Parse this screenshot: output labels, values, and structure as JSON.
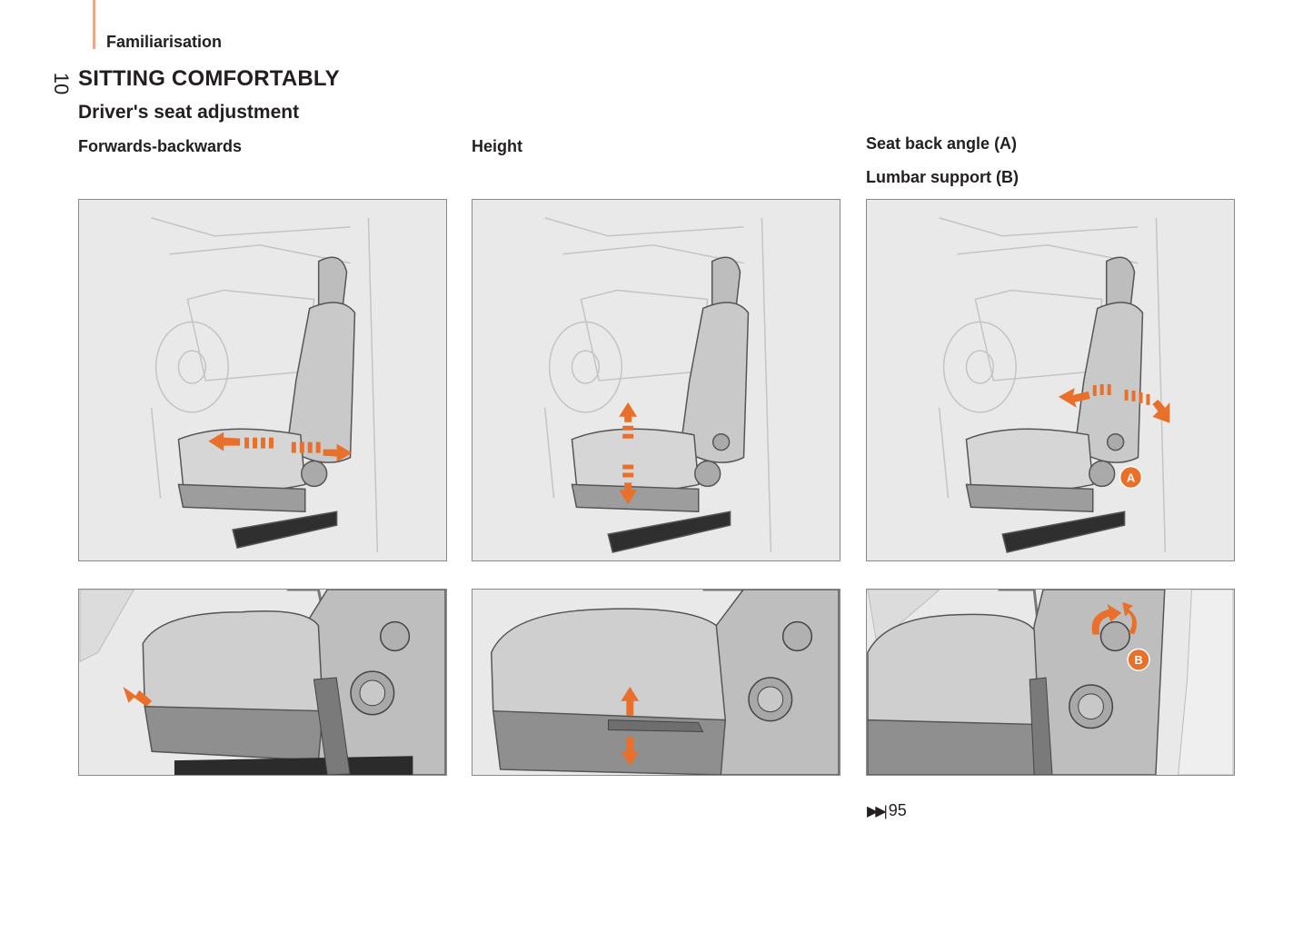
{
  "header": {
    "section": "Familiarisation",
    "page_number": "10"
  },
  "title": "SITTING COMFORTABLY",
  "subtitle": "Driver's seat adjustment",
  "columns": [
    {
      "heading": "Forwards-backwards"
    },
    {
      "heading": "Height"
    },
    {
      "heading": "Seat back angle (A)",
      "heading2": "Lumbar support (B)"
    }
  ],
  "callouts": {
    "a": "A",
    "b": "B"
  },
  "reference": {
    "icon": "next-page-icon",
    "page": "95"
  },
  "colors": {
    "accent": "#e9a98a",
    "arrow": "#e8702a",
    "panel_bg": "#e9e9e9"
  }
}
